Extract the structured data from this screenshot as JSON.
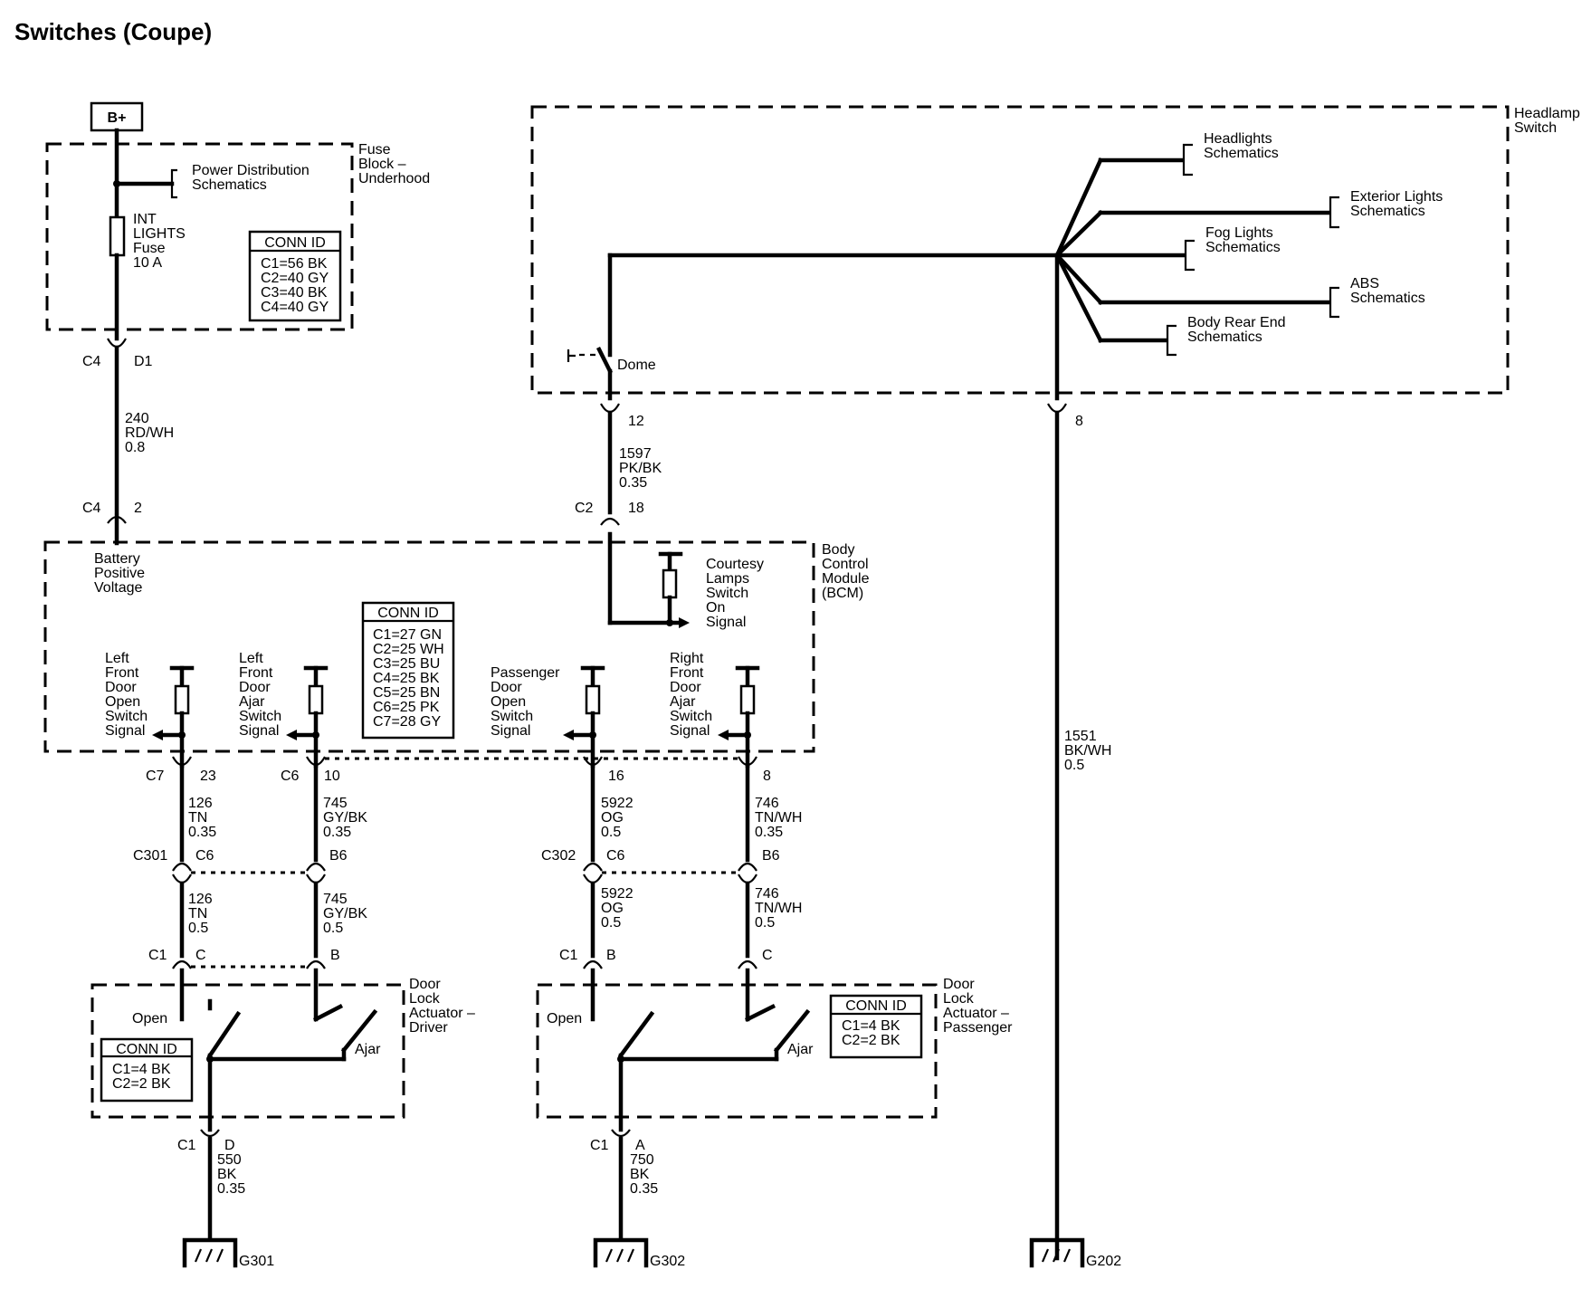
{
  "title": "Switches (Coupe)",
  "battery": "B+",
  "fuse_block": {
    "label": [
      "Fuse",
      "Block –",
      "Underhood"
    ],
    "power_dist": [
      "Power Distribution",
      "Schematics"
    ],
    "fuse": [
      "INT",
      "LIGHTS",
      "Fuse",
      "10 A"
    ],
    "conn_title": "CONN ID",
    "conn": [
      "C1=56 BK",
      "C2=40 GY",
      "C3=40 BK",
      "C4=40 GY"
    ]
  },
  "headlamp_switch": {
    "label": [
      "Headlamp",
      "Switch"
    ],
    "dome": "Dome",
    "branches": [
      [
        "Headlights",
        "Schematics"
      ],
      [
        "Exterior Lights",
        "Schematics"
      ],
      [
        "Fog Lights",
        "Schematics"
      ],
      [
        "ABS",
        "Schematics"
      ],
      [
        "Body Rear End",
        "Schematics"
      ]
    ]
  },
  "bcm": {
    "label": [
      "Body",
      "Control",
      "Module",
      "(BCM)"
    ],
    "battery_positive": [
      "Battery",
      "Positive",
      "Voltage"
    ],
    "courtesy": [
      "Courtesy",
      "Lamps",
      "Switch",
      "On",
      "Signal"
    ],
    "conn_title": "CONN ID",
    "conn": [
      "C1=27 GN",
      "C2=25 WH",
      "C3=25 BU",
      "C4=25 BK",
      "C5=25 BN",
      "C6=25 PK",
      "C7=28 GY"
    ],
    "signals": [
      [
        "Left",
        "Front",
        "Door",
        "Open",
        "Switch",
        "Signal"
      ],
      [
        "Left",
        "Front",
        "Door",
        "Ajar",
        "Switch",
        "Signal"
      ],
      [
        "Passenger",
        "Door",
        "Open",
        "Switch",
        "Signal"
      ],
      [
        "Right",
        "Front",
        "Door",
        "Ajar",
        "Switch",
        "Signal"
      ]
    ]
  },
  "connectors": {
    "c4_top": "C4",
    "d1": "D1",
    "c4_bot": "C4",
    "pin_2": "2",
    "pin_12": "12",
    "c2": "C2",
    "pin_18": "18",
    "pin_8_top": "8",
    "c7": "C7",
    "pin_23": "23",
    "c6": "C6",
    "pin_10": "10",
    "pin_16": "16",
    "pin_8": "8",
    "c301": "C301",
    "c6_a": "C6",
    "b6_a": "B6",
    "c302": "C302",
    "c6_b": "C6",
    "b6_b": "B6",
    "c1_a": "C1",
    "pin_c_a": "C",
    "pin_b_a": "B",
    "c1_b": "C1",
    "pin_b_b": "B",
    "pin_c_b": "C",
    "c1_d": "C1",
    "pin_d": "D",
    "c1_e": "C1",
    "pin_a": "A"
  },
  "wires": {
    "w240": [
      "240",
      "RD/WH",
      "0.8"
    ],
    "w1597": [
      "1597",
      "PK/BK",
      "0.35"
    ],
    "w1551": [
      "1551",
      "BK/WH",
      "0.5"
    ],
    "w126a": [
      "126",
      "TN",
      "0.35"
    ],
    "w745a": [
      "745",
      "GY/BK",
      "0.35"
    ],
    "w5922a": [
      "5922",
      "OG",
      "0.5"
    ],
    "w746a": [
      "746",
      "TN/WH",
      "0.35"
    ],
    "w126b": [
      "126",
      "TN",
      "0.5"
    ],
    "w745b": [
      "745",
      "GY/BK",
      "0.5"
    ],
    "w5922b": [
      "5922",
      "OG",
      "0.5"
    ],
    "w746b": [
      "746",
      "TN/WH",
      "0.5"
    ],
    "w550": [
      "550",
      "BK",
      "0.35"
    ],
    "w750": [
      "750",
      "BK",
      "0.35"
    ]
  },
  "driver_actuator": {
    "label": [
      "Door",
      "Lock",
      "Actuator –",
      "Driver"
    ],
    "open": "Open",
    "ajar": "Ajar",
    "conn_title": "CONN ID",
    "conn": [
      "C1=4 BK",
      "C2=2 BK"
    ]
  },
  "passenger_actuator": {
    "label": [
      "Door",
      "Lock",
      "Actuator –",
      "Passenger"
    ],
    "open": "Open",
    "ajar": "Ajar",
    "conn_title": "CONN ID",
    "conn": [
      "C1=4 BK",
      "C2=2 BK"
    ]
  },
  "grounds": [
    "G301",
    "G302",
    "G202"
  ]
}
